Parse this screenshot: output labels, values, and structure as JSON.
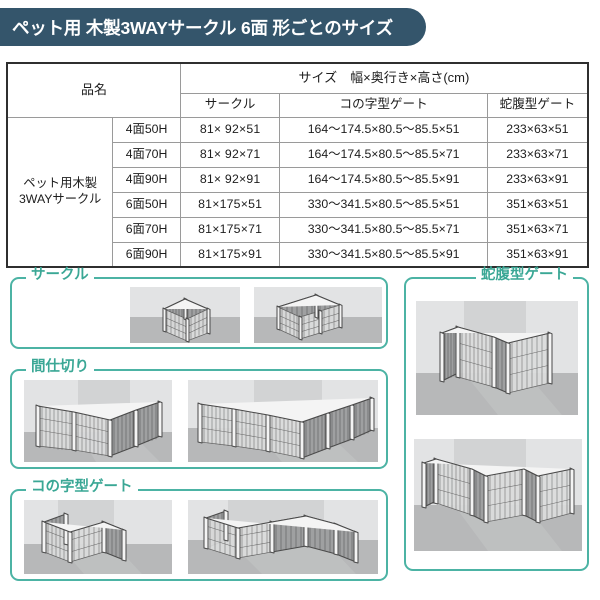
{
  "header": {
    "title": "ペット用 木製3WAYサークル 6面 形ごとのサイズ",
    "bar_color": "#34556b"
  },
  "accent": {
    "teal": "#4cb3a4",
    "teal_text": "#3aa795"
  },
  "table": {
    "col_product_name": "品名",
    "col_size_group": "サイズ　幅×奥行き×高さ(cm)",
    "col_circle": "サークル",
    "col_u_gate": "コの字型ゲート",
    "col_accordion_gate": "蛇腹型ゲート",
    "product_name_line1": "ペット用木製",
    "product_name_line2": "3WAYサークル",
    "rows": [
      {
        "model": "4面50H",
        "circle": "81×  92×51",
        "u_gate": "164〜174.5×80.5〜85.5×51",
        "accordion": "233×63×51"
      },
      {
        "model": "4面70H",
        "circle": "81×  92×71",
        "u_gate": "164〜174.5×80.5〜85.5×71",
        "accordion": "233×63×71"
      },
      {
        "model": "4面90H",
        "circle": "81×  92×91",
        "u_gate": "164〜174.5×80.5〜85.5×91",
        "accordion": "233×63×91"
      },
      {
        "model": "6面50H",
        "circle": "81×175×51",
        "u_gate": "330〜341.5×80.5〜85.5×51",
        "accordion": "351×63×51"
      },
      {
        "model": "6面70H",
        "circle": "81×175×71",
        "u_gate": "330〜341.5×80.5〜85.5×71",
        "accordion": "351×63×71"
      },
      {
        "model": "6面90H",
        "circle": "81×175×91",
        "u_gate": "330〜341.5×80.5〜85.5×91",
        "accordion": "351×63×91"
      }
    ]
  },
  "diagrams": {
    "circle_label": "サークル",
    "partition_label": "間仕切り",
    "u_gate_label": "コの字型ゲート",
    "accordion_label": "蛇腹型ゲート"
  }
}
